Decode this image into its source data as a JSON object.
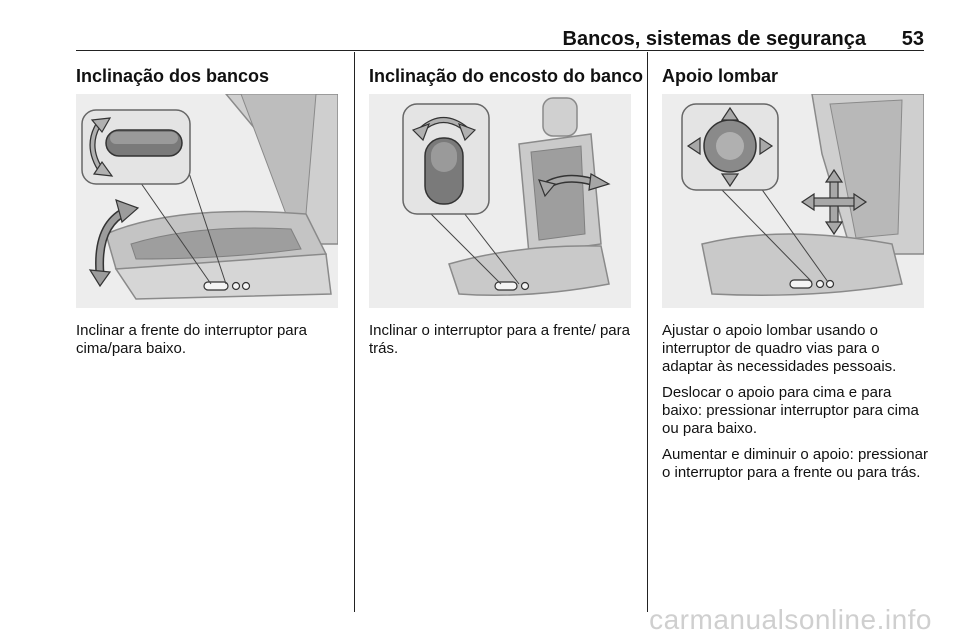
{
  "header": {
    "title": "Bancos, sistemas de segurança",
    "page_number": "53"
  },
  "sections": [
    {
      "title": "Inclinação dos bancos",
      "paragraphs": [
        "Inclinar a frente do interruptor para cima/para baixo."
      ]
    },
    {
      "title": "Inclinação do encosto do banco",
      "paragraphs": [
        "Inclinar o interruptor para a frente/ para trás."
      ]
    },
    {
      "title": "Apoio lombar",
      "paragraphs": [
        "Ajustar o apoio lombar usando o interruptor de quadro vias para o adaptar às necessidades pessoais.",
        "Deslocar o apoio para cima e para baixo: pressionar interruptor para cima ou para baixo.",
        "Aumentar e diminuir o apoio: pressionar o interruptor para a frente ou para trás."
      ]
    }
  ],
  "watermark": "carmanualsonline.info"
}
